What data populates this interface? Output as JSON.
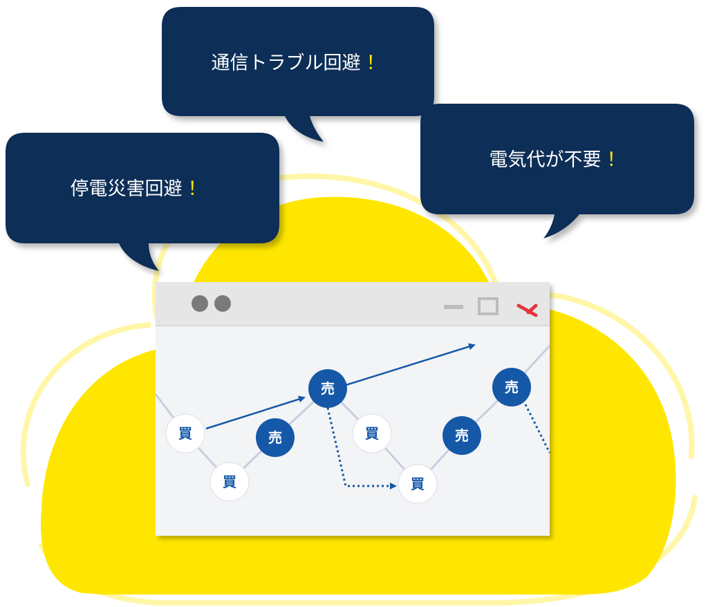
{
  "colors": {
    "cloud": "#ffe600",
    "cloud_ring": "#fff6a8",
    "bubble": "#0f2d56",
    "bang": "#ffe600",
    "node_blue": "#1558a7",
    "node_white": "#ffffff",
    "window_frame": "#e6e6e6",
    "window_body": "#f3f4f6",
    "window_dot": "#7a7a7a",
    "close_x": "#e5353d",
    "zigzag_line": "#c9cee0",
    "arrow": "#1558a7"
  },
  "bubbles": [
    {
      "text": "通信トラブル回避",
      "bang": "！"
    },
    {
      "text": "停電災害回避",
      "bang": "！"
    },
    {
      "text": "電気代が不要",
      "bang": "！"
    }
  ],
  "window": {
    "controls": [
      "minimize-icon",
      "maximize-icon",
      "close-icon"
    ]
  },
  "nodes": [
    {
      "label": "買",
      "kind": "buy"
    },
    {
      "label": "買",
      "kind": "buy"
    },
    {
      "label": "売",
      "kind": "sell"
    },
    {
      "label": "売",
      "kind": "sell"
    },
    {
      "label": "買",
      "kind": "buy"
    },
    {
      "label": "買",
      "kind": "buy"
    },
    {
      "label": "売",
      "kind": "sell"
    },
    {
      "label": "売",
      "kind": "sell"
    }
  ]
}
